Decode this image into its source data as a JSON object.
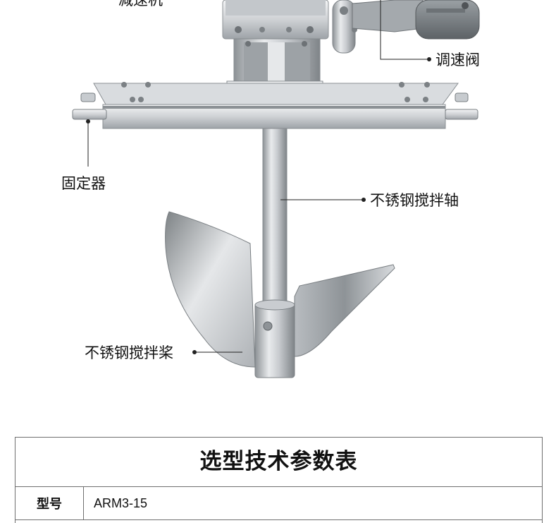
{
  "labels": {
    "reducer": "减速机",
    "speed_valve": "调速阀",
    "fixer": "固定器",
    "shaft": "不锈钢搅拌轴",
    "paddle": "不锈钢搅拌桨"
  },
  "table": {
    "title": "选型技术参数表",
    "rows": [
      {
        "key": "型号",
        "value": "ARM3-15"
      }
    ]
  }
}
